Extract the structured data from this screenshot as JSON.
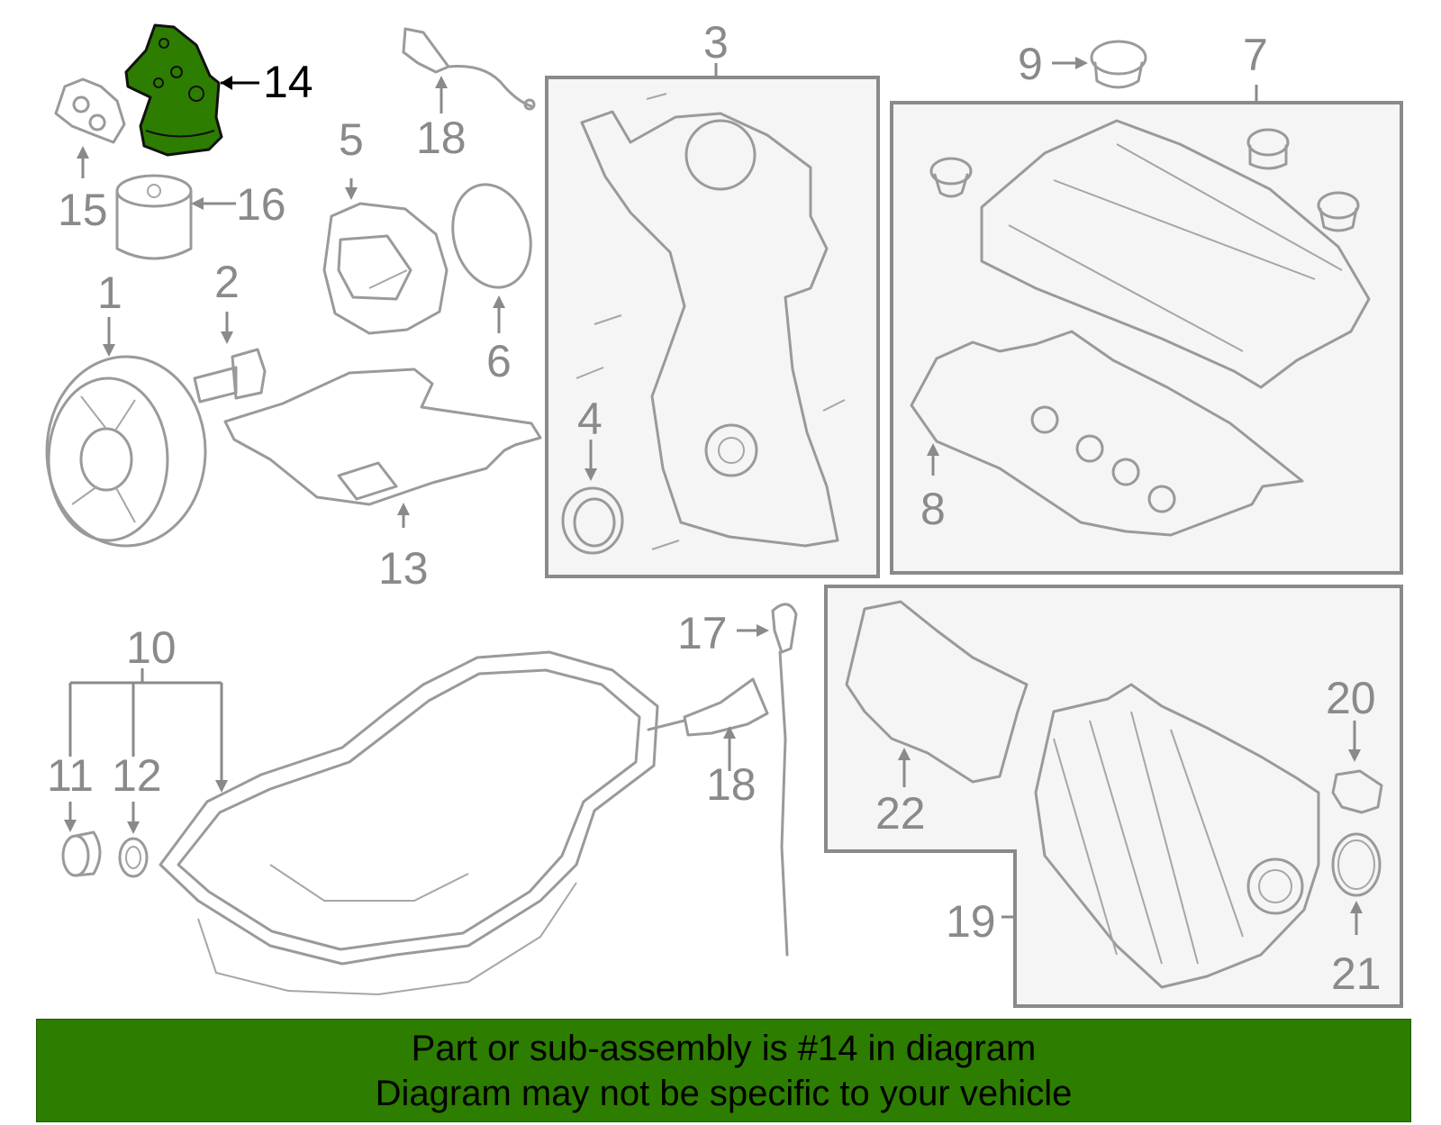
{
  "colors": {
    "highlight": "#2d7d00",
    "banner_bg": "#2d7d00",
    "part_stroke": "#9a9a9a",
    "label_text": "#8a8a8a",
    "box_fill": "#f5f5f5"
  },
  "labels": {
    "l1": "1",
    "l2": "2",
    "l3": "3",
    "l4": "4",
    "l5": "5",
    "l6": "6",
    "l7": "7",
    "l8": "8",
    "l9": "9",
    "l10": "10",
    "l11": "11",
    "l12": "12",
    "l13": "13",
    "l14": "14",
    "l15": "15",
    "l16": "16",
    "l17": "17",
    "l18a": "18",
    "l18b": "18",
    "l19": "19",
    "l20": "20",
    "l21": "21",
    "l22": "22"
  },
  "banner": {
    "line1": "Part or sub-assembly is #14 in diagram",
    "line2": "Diagram may not be specific to your vehicle"
  }
}
